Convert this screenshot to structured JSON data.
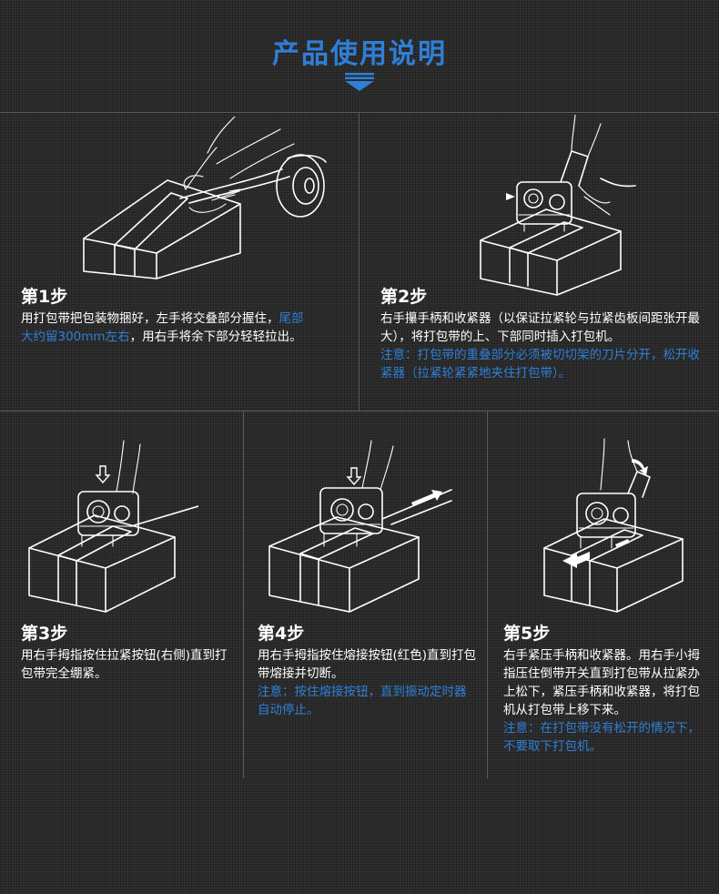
{
  "header": {
    "title": "产品使用说明"
  },
  "steps": [
    {
      "title": "第1步",
      "text_before": "用打包带把包装物捆好，左手将交叠部分握住，",
      "highlight": "尾部大约留300mm左右",
      "text_after": "，用右手将余下部分轻轻拉出。"
    },
    {
      "title": "第2步",
      "text": "右手攥手柄和收紧器（以保证拉紧轮与拉紧齿板间距张开最大），将打包带的上、下部同时插入打包机。",
      "note": "注意：打包带的重叠部分必须被切切架的刀片分开，松开收紧器（拉紧轮紧紧地夹住打包带）。"
    },
    {
      "title": "第3步",
      "text": "用右手拇指按住拉紧按钮(右侧)直到打包带完全绷紧。"
    },
    {
      "title": "第4步",
      "text": "用右手拇指按住熔接按钮(红色)直到打包带熔接并切断。",
      "note": "注意：按住熔接按钮，直到振动定时器自动停止。"
    },
    {
      "title": "第5步",
      "text": "右手紧压手柄和收紧器。用右手小拇指压住倒带开关直到打包带从拉紧办上松下，紧压手柄和收紧器，将打包机从打包带上移下来。",
      "note": "注意：在打包带没有松开的情况下，不要取下打包机。"
    }
  ],
  "colors": {
    "accent": "#2f7fd8",
    "background": "#2a2a2a",
    "text": "#ffffff",
    "divider": "#5a5a5a"
  },
  "icons": [
    "chevron-down-icon"
  ]
}
